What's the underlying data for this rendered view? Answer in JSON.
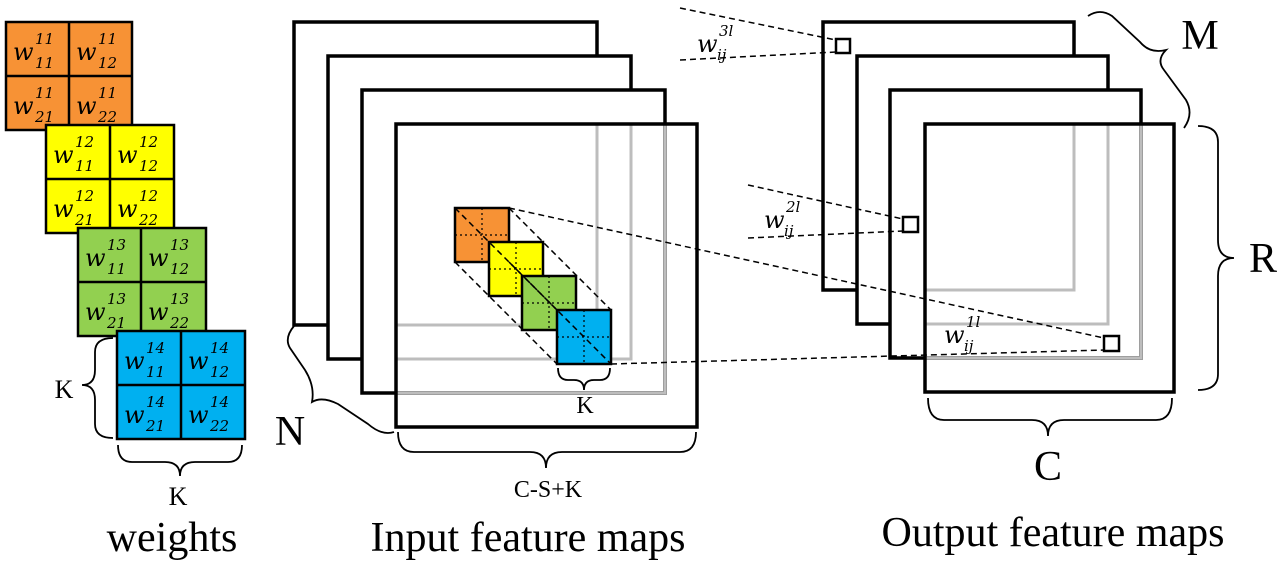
{
  "colors": {
    "w1": "#F79235",
    "w2": "#FFFF00",
    "w3": "#92D050",
    "w4": "#00B0F0",
    "stroke": "#000000",
    "faint": "#bdbdbd"
  },
  "weights": {
    "caption": "weights",
    "k_label_side": "K",
    "k_label_bottom": "K",
    "cells": [
      [
        "11",
        "11",
        "11",
        "12",
        "11",
        "21",
        "11",
        "22"
      ],
      [
        "12",
        "11",
        "12",
        "12",
        "12",
        "21",
        "12",
        "22"
      ],
      [
        "13",
        "11",
        "13",
        "12",
        "13",
        "21",
        "13",
        "22"
      ],
      [
        "14",
        "11",
        "14",
        "12",
        "14",
        "21",
        "14",
        "22"
      ]
    ],
    "base": "w"
  },
  "input": {
    "caption": "Input feature maps",
    "n_label": "N",
    "k_label": "K",
    "width_label": "C-S+K"
  },
  "output": {
    "caption": "Output feature maps",
    "m_label": "M",
    "r_label": "R",
    "c_label": "C",
    "w3_sup": "3l",
    "w2_sup": "2l",
    "w1_sup": "1l",
    "w_sub": "ij",
    "w_base": "w"
  }
}
